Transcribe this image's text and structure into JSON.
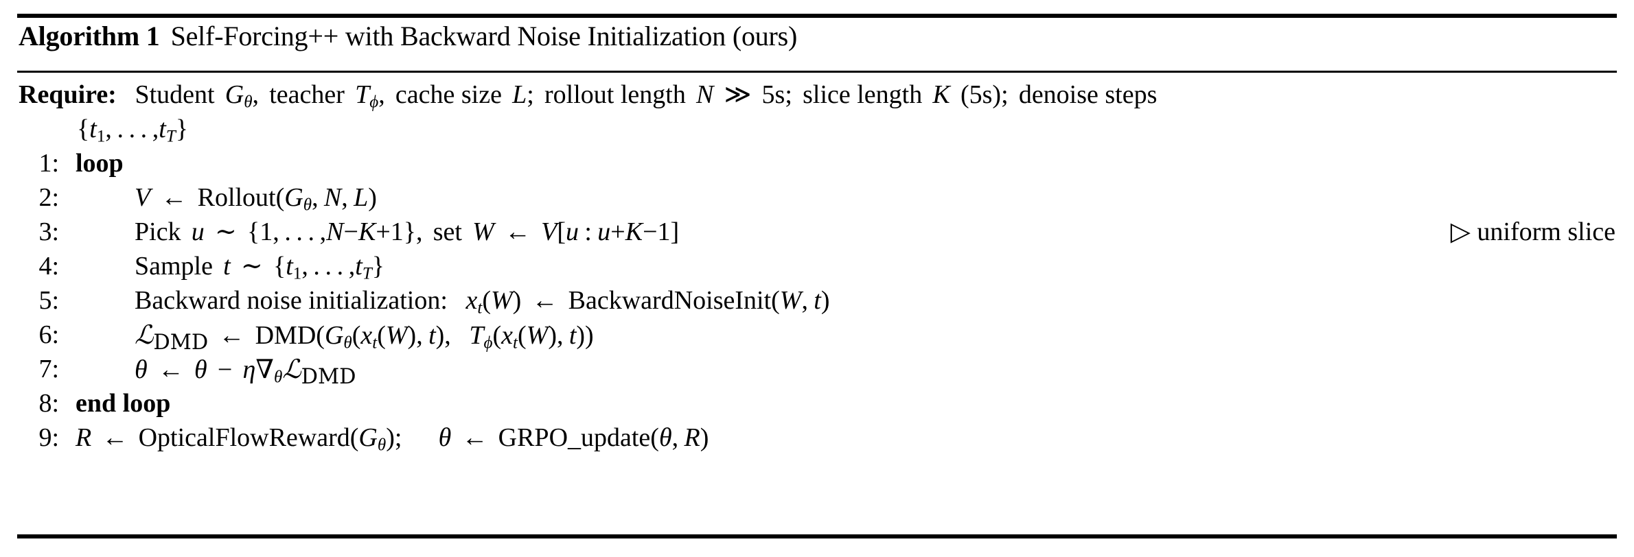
{
  "document": {
    "type": "algorithm-float",
    "background_color": "#ffffff",
    "text_color": "#000000"
  },
  "title": {
    "keyword": "Algorithm 1",
    "text": "Self-Forcing++ with Backward Noise Initialization (ours)"
  },
  "require": {
    "label": "Require:",
    "text_plain": "Student Gθ, teacher Tφ, cache size L; rollout length N ≫ 5s; slice length K (5s); denoise steps",
    "continuation_plain": "{t₁, … , t_T}",
    "parts": {
      "student_word": "Student",
      "student_sym": "G",
      "student_sub": "θ",
      "teacher_word": "teacher",
      "teacher_sym": "T",
      "teacher_sub": "ϕ",
      "cache_word": "cache size",
      "cache_sym": "L",
      "rollout_word": "rollout length",
      "rollout_sym": "N",
      "gg": "≫",
      "five_s": "5s",
      "slice_word": "slice length",
      "slice_sym": "K",
      "slice_dur": "(5s)",
      "denoise_word": "denoise steps",
      "set_open": "{",
      "t_sym": "t",
      "t_first_sub": "1",
      "dots": ",…,",
      "t_last_sub": "T",
      "set_close": "}"
    }
  },
  "lines": [
    {
      "no": "1:",
      "indent": 0,
      "bold": true,
      "text_plain": "loop",
      "comment": ""
    },
    {
      "no": "2:",
      "indent": 1,
      "bold": false,
      "text_plain": "V ← Rollout(Gθ, N, L)",
      "comment": ""
    },
    {
      "no": "3:",
      "indent": 1,
      "bold": false,
      "text_plain": "Pick u ∼ {1, … , N−K+1}, set W ← V[u : u+K−1]",
      "comment": "▷ uniform slice"
    },
    {
      "no": "4:",
      "indent": 1,
      "bold": false,
      "text_plain": "Sample t ∼ {t₁, … , t_T}",
      "comment": ""
    },
    {
      "no": "5:",
      "indent": 1,
      "bold": false,
      "text_plain": "Backward noise initialization: x_t(W) ← BackwardNoiseInit(W, t)",
      "comment": ""
    },
    {
      "no": "6:",
      "indent": 1,
      "bold": false,
      "text_plain": "L_DMD ← DMD(Gθ(x_t(W), t), Tϕ(x_t(W), t))",
      "comment": ""
    },
    {
      "no": "7:",
      "indent": 1,
      "bold": false,
      "text_plain": "θ ← θ − η∇θ L_DMD",
      "comment": ""
    },
    {
      "no": "8:",
      "indent": 0,
      "bold": true,
      "text_plain": "end loop",
      "comment": ""
    },
    {
      "no": "9:",
      "indent": 0,
      "bold": false,
      "text_plain": "R ← OpticalFlowReward(Gθ);   θ ← GRPO_update(θ, R)",
      "comment": ""
    }
  ],
  "tokens": {
    "arrow_left": "←",
    "sim": "∼",
    "minus": "−",
    "plus": "+",
    "nabla": "∇",
    "triangle_right": "▷",
    "gg": "≫",
    "comma": ",",
    "semicolon": ";",
    "colon": ":",
    "paren_open": "(",
    "paren_close": ")",
    "bracket_open": "[",
    "bracket_close": "]",
    "brace_open": "{",
    "brace_close": "}",
    "dots": "…",
    "theta": "θ",
    "phi": "ϕ",
    "eta": "η",
    "underscore": "_"
  },
  "words": {
    "loop": "loop",
    "end_loop": "end loop",
    "rollout": "Rollout",
    "pick": "Pick",
    "set": "set",
    "sample": "Sample",
    "backward_noise_init_phrase": "Backward noise initialization:",
    "backward_noise_init_fn": "BackwardNoiseInit",
    "dmd": "DMD",
    "dmd_sub": "DMD",
    "optical_flow_reward": "OpticalFlowReward",
    "grpo_update": "GRPO_update",
    "uniform_slice": "uniform slice",
    "one": "1",
    "V": "V",
    "N": "N",
    "L": "L",
    "K": "K",
    "W": "W",
    "R": "R",
    "u": "u",
    "t": "t",
    "x": "x",
    "G": "G",
    "T": "T",
    "script_L": "ℒ"
  }
}
